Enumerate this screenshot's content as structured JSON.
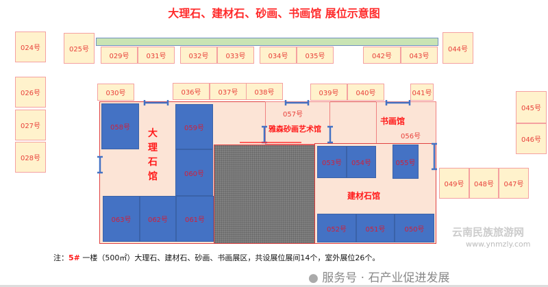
{
  "title": "大理石、建材石、砂画、书画馆 展位示意图",
  "outdoor_booths": {
    "b024": "024号",
    "b025": "025号",
    "b026": "026号",
    "b027": "027号",
    "b028": "028号",
    "b029": "029号",
    "b030": "030号",
    "b031": "031号",
    "b032": "032号",
    "b033": "033号",
    "b034": "034号",
    "b035": "035号",
    "b036": "036号",
    "b037": "037号",
    "b038": "038号",
    "b039": "039号",
    "b040": "040号",
    "b041": "041号",
    "b042": "042号",
    "b043": "043号",
    "b044": "044号",
    "b045": "045号",
    "b046": "046号",
    "b047": "047号",
    "b048": "048号",
    "b049": "049号"
  },
  "indoor_booths": {
    "b050": "050号",
    "b051": "051号",
    "b052": "052号",
    "b053": "053号",
    "b054": "054号",
    "b055": "055号",
    "b056": "056号",
    "b057": "057号",
    "b058": "058号",
    "b059": "059号",
    "b060": "060号",
    "b061": "061号",
    "b062": "062号",
    "b063": "063号"
  },
  "halls": {
    "marble": "大理石馆",
    "sand_painting": "雅森砂画艺术馆",
    "calligraphy": "书画馆",
    "building_stone": "建材石馆"
  },
  "note": {
    "prefix": "注：",
    "building": "5#",
    "text": "一楼（500㎡）大理石、建材石、砂画、书画展区，共设展位展间14个，室外展位26个。"
  },
  "watermark": {
    "account": "服务号 · 石产业促进发展",
    "site": "云南民族旅游网",
    "url": "www.ynmzly.com"
  },
  "colors": {
    "booth_outdoor": "#fff2cc",
    "booth_indoor": "#4472c4",
    "hall": "#fce4d6",
    "label": "#ff1a1a"
  }
}
